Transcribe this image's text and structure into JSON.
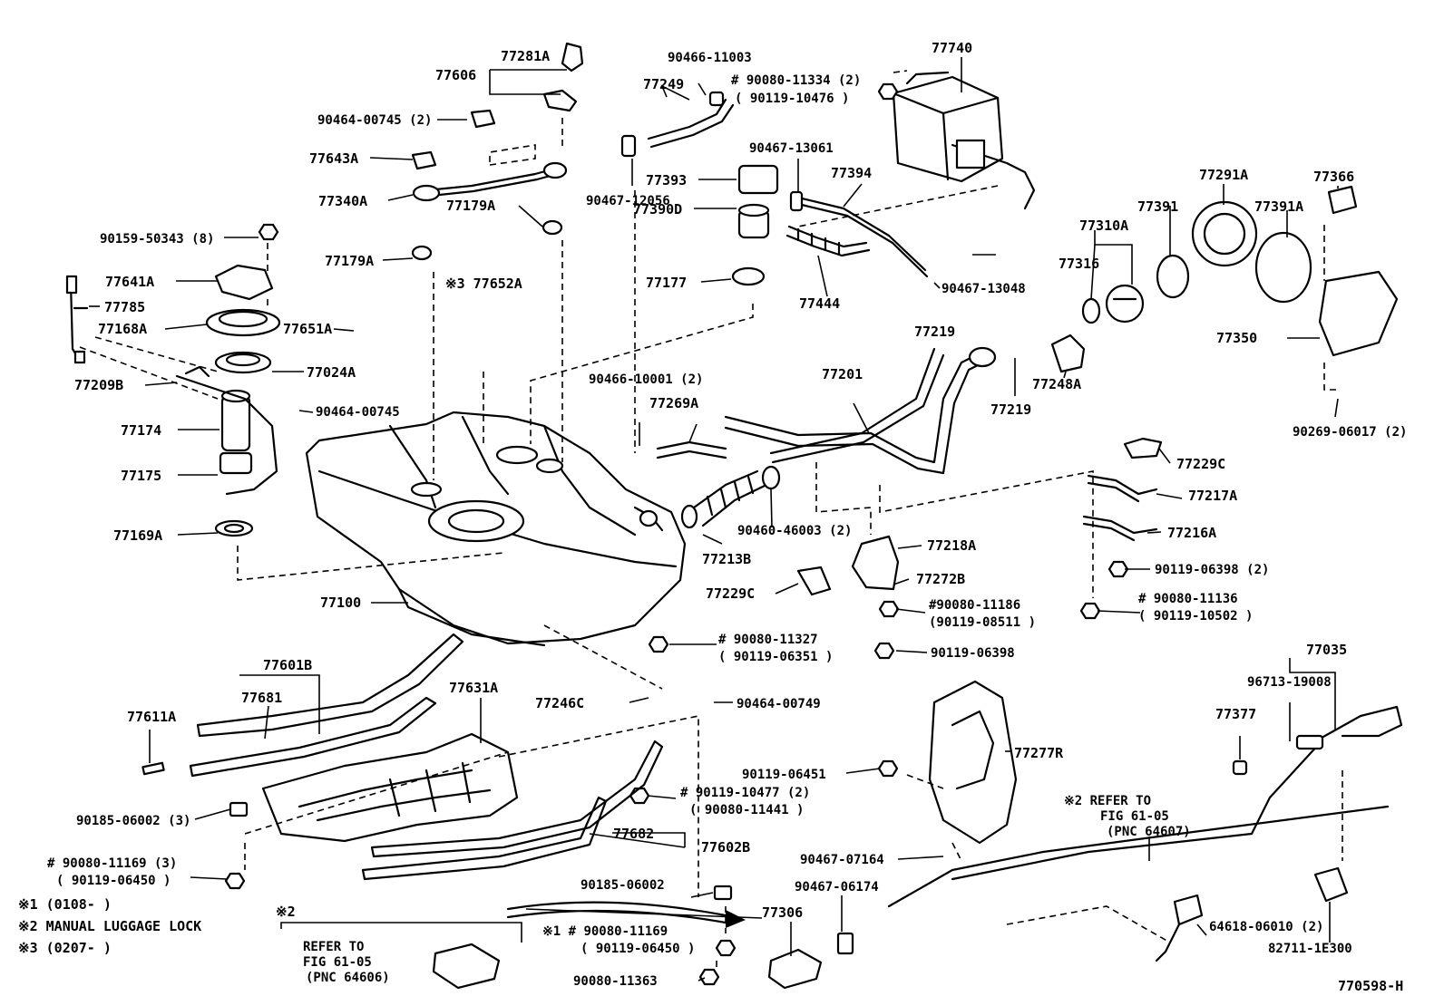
{
  "diagram_id": "770598-H",
  "labels": {
    "p77281A": "77281A",
    "p77606": "77606",
    "p90464_00745_2": "90464-00745 (2)",
    "p77643A": "77643A",
    "p77340A": "77340A",
    "p90159_50343_8": "90159-50343 (8)",
    "p77179A_1": "77179A",
    "p77179A_2": "77179A",
    "p77641A": "77641A",
    "p77785": "77785",
    "p77168A": "77168A",
    "p77651A": "77651A",
    "p77652A": "※3 77652A",
    "p77209B": "77209B",
    "p77024A": "77024A",
    "p77174": "77174",
    "p90464_00745": "90464-00745",
    "p77175": "77175",
    "p77169A": "77169A",
    "p90466_11003": "90466-11003",
    "p77249": "77249",
    "p90080_11334": "# 90080-11334 (2)",
    "p90119_10476": "( 90119-10476 )",
    "p77740": "77740",
    "p90467_12056": "90467-12056",
    "p77393": "77393",
    "p90467_13061": "90467-13061",
    "p77394": "77394",
    "p77390D": "77390D",
    "p77177": "77177",
    "p77444": "77444",
    "p90467_13048": "90467-13048",
    "p77291A": "77291A",
    "p77366": "77366",
    "p77391": "77391",
    "p77391A": "77391A",
    "p77310A": "77310A",
    "p77316": "77316",
    "p77219_1": "77219",
    "p77219_2": "77219",
    "p77248A": "77248A",
    "p77350": "77350",
    "p90269_06017": "90269-06017 (2)",
    "p77201": "77201",
    "p90466_10001": "90466-10001 (2)",
    "p77269A": "77269A",
    "p77229C_1": "77229C",
    "p77217A": "77217A",
    "p77216A": "77216A",
    "p90460_46003": "90460-46003 (2)",
    "p77218A": "77218A",
    "p77213B": "77213B",
    "p77272B": "77272B",
    "p77229C_2": "77229C",
    "p90119_06398_2": "90119-06398 (2)",
    "p90080_11136": "# 90080-11136",
    "p90119_10502": "( 90119-10502 )",
    "p90080_11186": "#90080-11186",
    "p90119_08511": "(90119-08511 )",
    "p77100": "77100",
    "p90080_11327": "# 90080-11327",
    "p90119_06351": "( 90119-06351 )",
    "p90119_06398": "90119-06398",
    "p77035": "77035",
    "p96713_19008": "96713-19008",
    "p77377": "77377",
    "p77601B": "77601B",
    "p77681": "77681",
    "p77631A": "77631A",
    "p77246C": "77246C",
    "p90464_00749": "90464-00749",
    "p77611A": "77611A",
    "p77277R": "77277R",
    "p90119_06451": "90119-06451",
    "p90185_06002_3": "90185-06002 (3)",
    "p90119_10477": "# 90119-10477 (2)",
    "p90080_11441": "( 90080-11441 )",
    "p77682": "77682",
    "p77602B": "77602B",
    "p90467_07164": "90467-07164",
    "p90080_11169_3": "# 90080-11169 (3)",
    "p90119_06450_a": "( 90119-06450 )",
    "p90185_06002": "90185-06002",
    "p90467_06174": "90467-06174",
    "p77306": "77306",
    "p90080_11169": "※1 # 90080-11169",
    "p90119_06450_b": "( 90119-06450 )",
    "p90080_11363": "90080-11363",
    "p64618_06010": "64618-06010 (2)",
    "p82711_1E300": "82711-1E300",
    "p770598H": "770598-H"
  },
  "refer_notes": {
    "refer_a_1": "※2  REFER TO",
    "refer_a_2": "FIG 61-05",
    "refer_a_3": "(PNC 64607)",
    "refer_b_head": "※2",
    "refer_b_1": "REFER TO",
    "refer_b_2": "FIG 61-05",
    "refer_b_3": "(PNC 64606)"
  },
  "legend": {
    "l1": "※1 (0108-       )",
    "l2": "※2 MANUAL LUGGAGE LOCK",
    "l3": "※3 (0207-       )"
  }
}
